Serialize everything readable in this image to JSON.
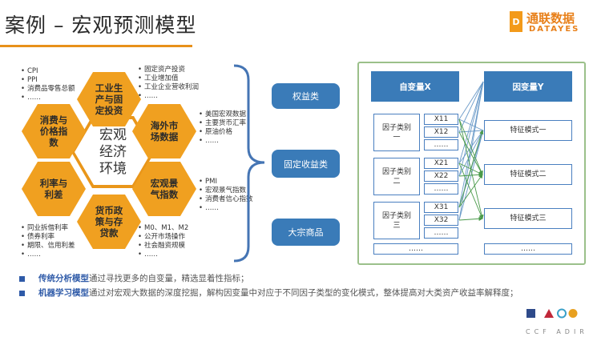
{
  "title": "案例 – 宏观预测模型",
  "logo": {
    "mark": "D",
    "cn": "通联数据",
    "en": "DATAYES"
  },
  "hexagons": {
    "center": "宏观\n经济\n环境",
    "top": "工业生\n产与固\n定投资",
    "top_left": "消费与\n价格指\n数",
    "bottom_left": "利率与\n利差",
    "bottom": "货币政\n策与存\n贷款",
    "bottom_right": "宏观景\n气指数",
    "top_right": "海外市\n场数据"
  },
  "lists": {
    "top_left": [
      "CPI",
      "PPI",
      "消费品零售总额",
      "……"
    ],
    "top_right": [
      "固定资产投资",
      "工业增加值",
      "工业企业营收利润",
      "……"
    ],
    "mid_right": [
      "美国宏观数据",
      "主要货币汇率",
      "原油价格",
      "……"
    ],
    "low_right": [
      "PMI",
      "宏观景气指数",
      "消费者信心指数",
      "……"
    ],
    "bottom_left": [
      "同业拆借利率",
      "债券利率",
      "期限、信用利差",
      "……"
    ],
    "bottom_right": [
      "M0、M1、M2",
      "公开市场操作",
      "社会融资规模",
      "……"
    ]
  },
  "categories": [
    "权益类",
    "固定收益类",
    "大宗商品"
  ],
  "model": {
    "x_header": "自变量X",
    "y_header": "因变量Y",
    "groups": [
      {
        "label": "因子类别\n一",
        "items": [
          "X11",
          "X12",
          "……"
        ]
      },
      {
        "label": "因子类别\n二",
        "items": [
          "X21",
          "X22",
          "……"
        ]
      },
      {
        "label": "因子类别\n三",
        "items": [
          "X31",
          "X32",
          "……"
        ]
      }
    ],
    "ellipsis_left": "……",
    "ellipsis_right": "……",
    "outputs": [
      "特征模式一",
      "特征模式二",
      "特征模式三"
    ]
  },
  "bullets": [
    {
      "bold": "传统分析模型",
      "text": "通过寻找更多的自变量，精选显着性指标；"
    },
    {
      "bold": "机器学习模型",
      "text": "通过对宏观大数据的深度挖掘，解构因变量中对应于不同因子类型的变化模式，整体提高对大类资产收益率解释度；"
    }
  ],
  "footer": {
    "text": "CCF ADIR",
    "colors": [
      "#2e4a8a",
      "#c0283a",
      "#3aa0c8",
      "#e8a020"
    ]
  },
  "colors": {
    "accent": "#e8901a",
    "blue": "#3a7bb8",
    "green_border": "#9bc08a"
  }
}
